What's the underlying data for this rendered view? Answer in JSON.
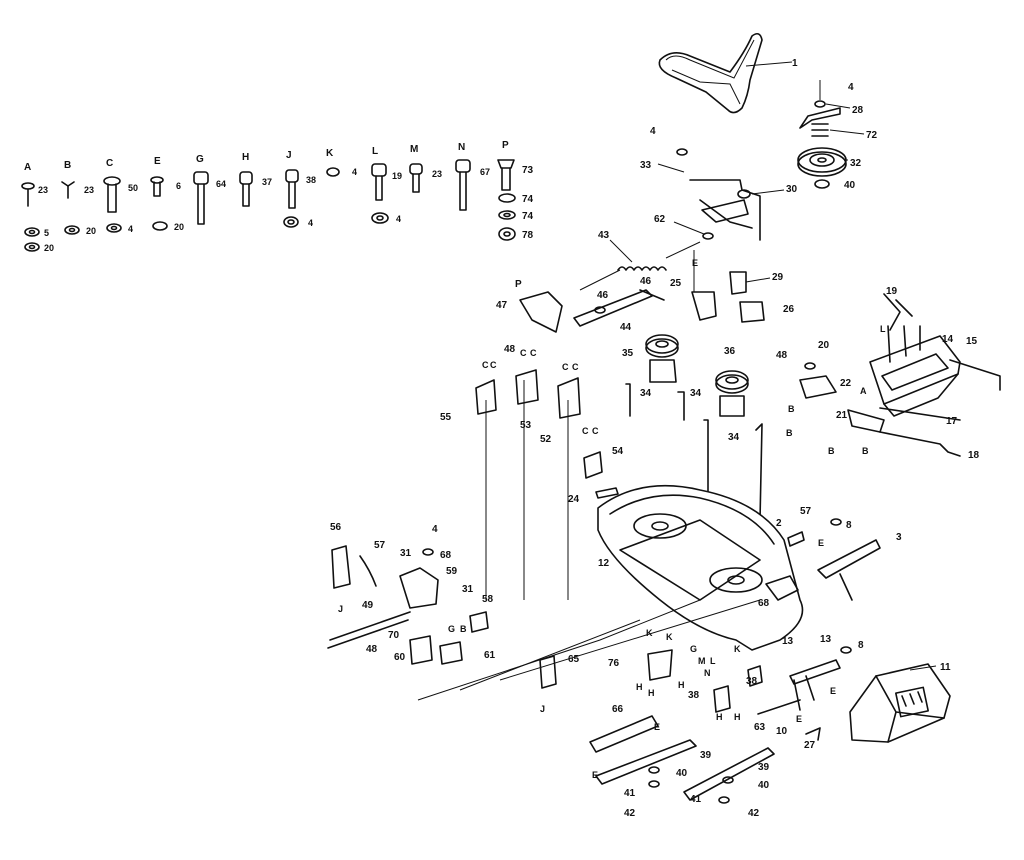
{
  "hardware_kit": [
    {
      "letter": "A",
      "qty": "23"
    },
    {
      "letter": "B",
      "qty": "23"
    },
    {
      "letter": "C",
      "qty": "50"
    },
    {
      "letter": "E",
      "qty": "6"
    },
    {
      "letter": "G",
      "qty": "64"
    },
    {
      "letter": "H",
      "qty": "37"
    },
    {
      "letter": "J",
      "qty": "38"
    },
    {
      "letter": "K",
      "qty": "4"
    },
    {
      "letter": "L",
      "qty": "19"
    },
    {
      "letter": "M",
      "qty": "23"
    },
    {
      "letter": "N",
      "qty": "67"
    },
    {
      "letter": "P",
      "qty": "73"
    }
  ],
  "washers": [
    "5",
    "20",
    "4",
    "20",
    "20",
    "4",
    "4",
    "74",
    "74",
    "78"
  ],
  "callouts": {
    "belt": "1",
    "deck_housing": "2",
    "idler_arm": "3",
    "nut_a": "4",
    "idler_pulley": "32",
    "bracket_30": "30",
    "washer_62": "62",
    "spring_43": "43",
    "link_47": "47",
    "pin_46": "46",
    "rod_44": "44",
    "rod_48": "48",
    "bracket_25": "25",
    "bracket_28": "28",
    "bracket_29": "29",
    "pulley_36": "36",
    "pulley_35": "35",
    "part_20": "20",
    "part_22": "22",
    "part_21": "21",
    "bracket_14": "14",
    "bar_15": "15",
    "part_17": "17",
    "rod_18": "18",
    "part_19": "19",
    "blade_spindle_34": "34",
    "bracket_53": "53",
    "bracket_52": "52",
    "bracket_54": "54",
    "baffle_24": "24",
    "baffle_57": "57",
    "rod_56": "56",
    "pin_31": "31",
    "part_59": "59",
    "part_58": "58",
    "part_70": "70",
    "part_60": "60",
    "part_61": "61",
    "part_49": "49",
    "part_65": "65",
    "part_68": "68",
    "shield_76": "76",
    "blade_39": "39",
    "washer_40": "40",
    "washer_41": "41",
    "bolt_42": "42",
    "part_66": "66",
    "part_10": "10",
    "part_13": "13",
    "nut_8": "8",
    "part_27": "27",
    "cover_11": "11",
    "part_12": "12",
    "part_33": "33",
    "part_72": "72",
    "part_26": "26",
    "part_55": "55",
    "part_63": "63",
    "part_38": "38"
  }
}
